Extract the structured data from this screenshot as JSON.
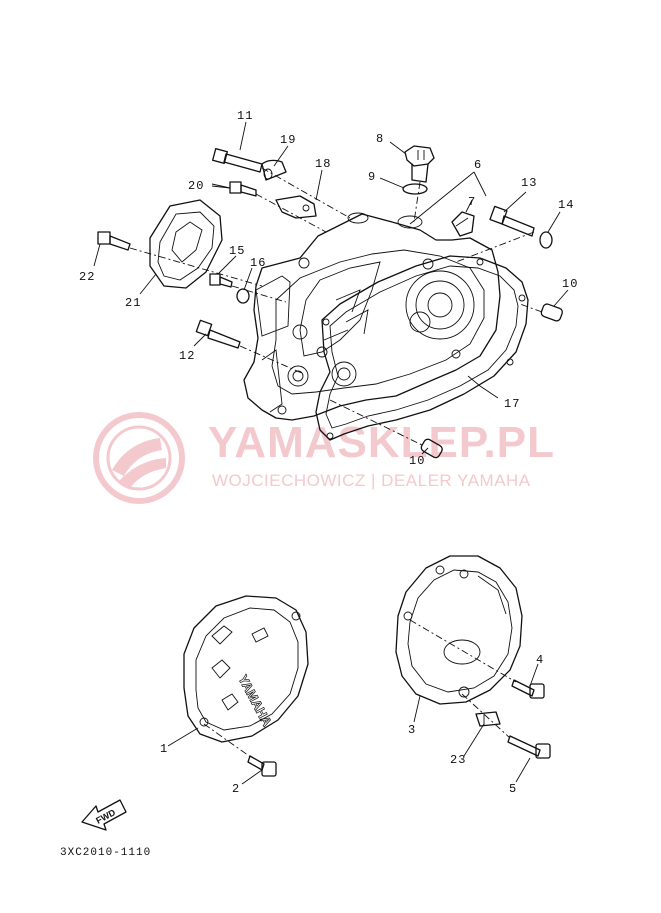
{
  "watermark": {
    "title": "YAMASKLEP.PL",
    "subtitle": "WOJCIECHOWICZ | DEALER YAMAHA",
    "color": "#f3c9cd"
  },
  "diagram_code": "3XC2010-1110",
  "fwd_label": "FWD",
  "cover_engraving": "YAMAHA",
  "callouts": {
    "p1": "1",
    "p2": "2",
    "p3": "3",
    "p4": "4",
    "p5": "5",
    "p6": "6",
    "p7": "7",
    "p8": "8",
    "p9": "9",
    "p10a": "10",
    "p10b": "10",
    "p11": "11",
    "p12": "12",
    "p13": "13",
    "p14": "14",
    "p15": "15",
    "p16": "16",
    "p17": "17",
    "p18": "18",
    "p19": "19",
    "p20": "20",
    "p21": "21",
    "p22": "22",
    "p23": "23"
  }
}
